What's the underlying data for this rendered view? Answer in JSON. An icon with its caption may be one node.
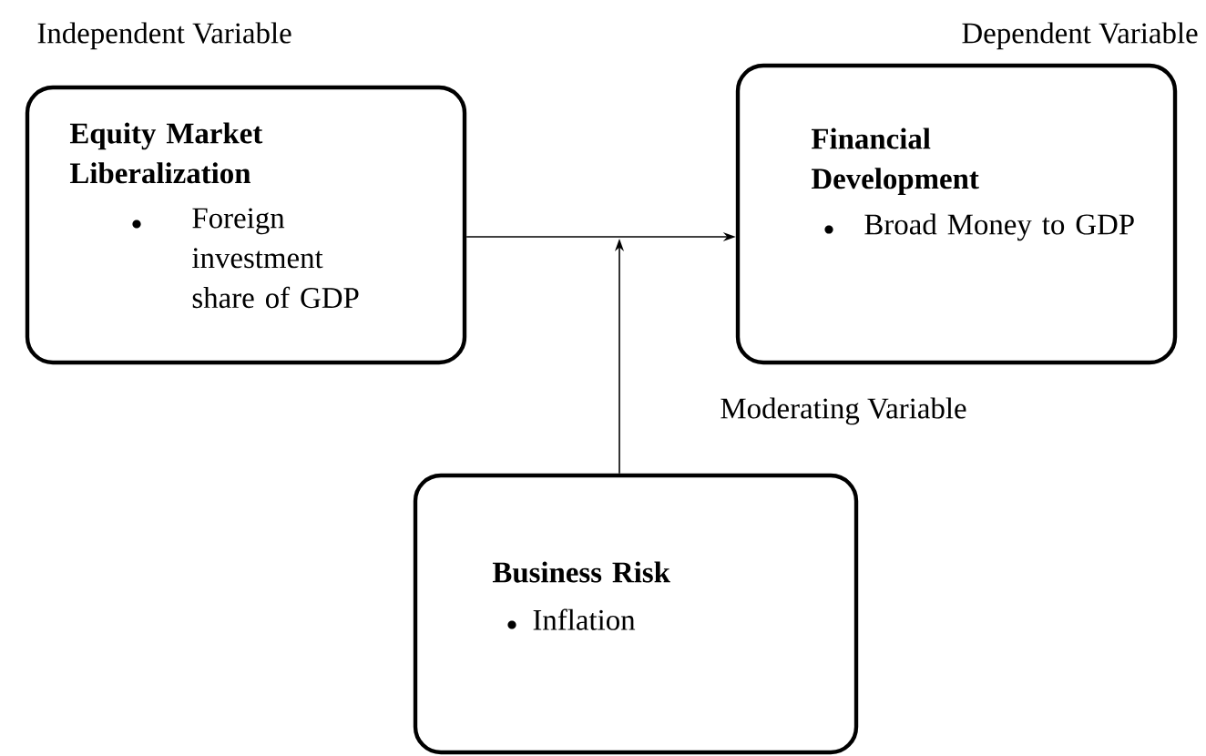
{
  "diagram": {
    "nodes": [
      {
        "text": [
          "Equity Market Liberalization",
          "Foreign investment share of GDP"
        ],
        "beside": [
          "Independent Variable"
        ]
      },
      {
        "text": [
          "Financial Development",
          "Broad Money to GDP"
        ],
        "beside": [
          "Dependent Variable"
        ]
      },
      {
        "text": [
          "Business Risk",
          "Inflation"
        ],
        "beside": [
          "Moderating Variable"
        ]
      }
    ],
    "edges": [
      {
        "from": 0,
        "to": 1,
        "arrow": "to"
      },
      {
        "from": 2,
        "to": null,
        "arrow": "to"
      }
    ]
  }
}
